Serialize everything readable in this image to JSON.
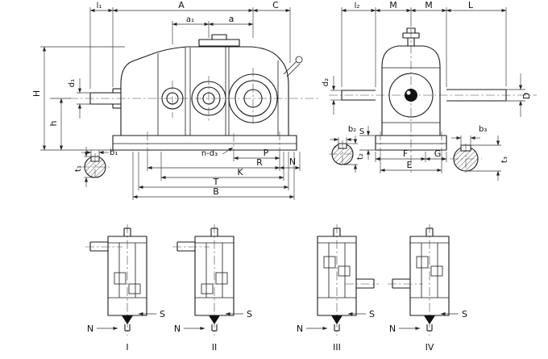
{
  "drawing": {
    "front": {
      "l1": "l₁",
      "A": "A",
      "C": "C",
      "a1": "a₁",
      "a": "a",
      "H": "H",
      "h": "h",
      "d1": "d₁",
      "b1": "b₁",
      "t1": "t₁",
      "n_d3": "n-d₃",
      "P": "P",
      "R": "R",
      "N": "N",
      "K": "K",
      "T": "T",
      "B": "B"
    },
    "side": {
      "l2": "l₂",
      "M1": "M",
      "M2": "M",
      "L": "L",
      "d2": "d₂",
      "D": "D",
      "S": "S",
      "b2": "b₂",
      "t2": "t₂",
      "F": "F",
      "G": "G",
      "E": "E",
      "b3": "b₃",
      "t3": "t₃"
    },
    "variants": [
      {
        "numeral": "I",
        "n": "N",
        "s": "S"
      },
      {
        "numeral": "II",
        "n": "N",
        "s": "S"
      },
      {
        "numeral": "III",
        "n": "N",
        "s": "S"
      },
      {
        "numeral": "IV",
        "n": "N",
        "s": "S"
      }
    ]
  }
}
